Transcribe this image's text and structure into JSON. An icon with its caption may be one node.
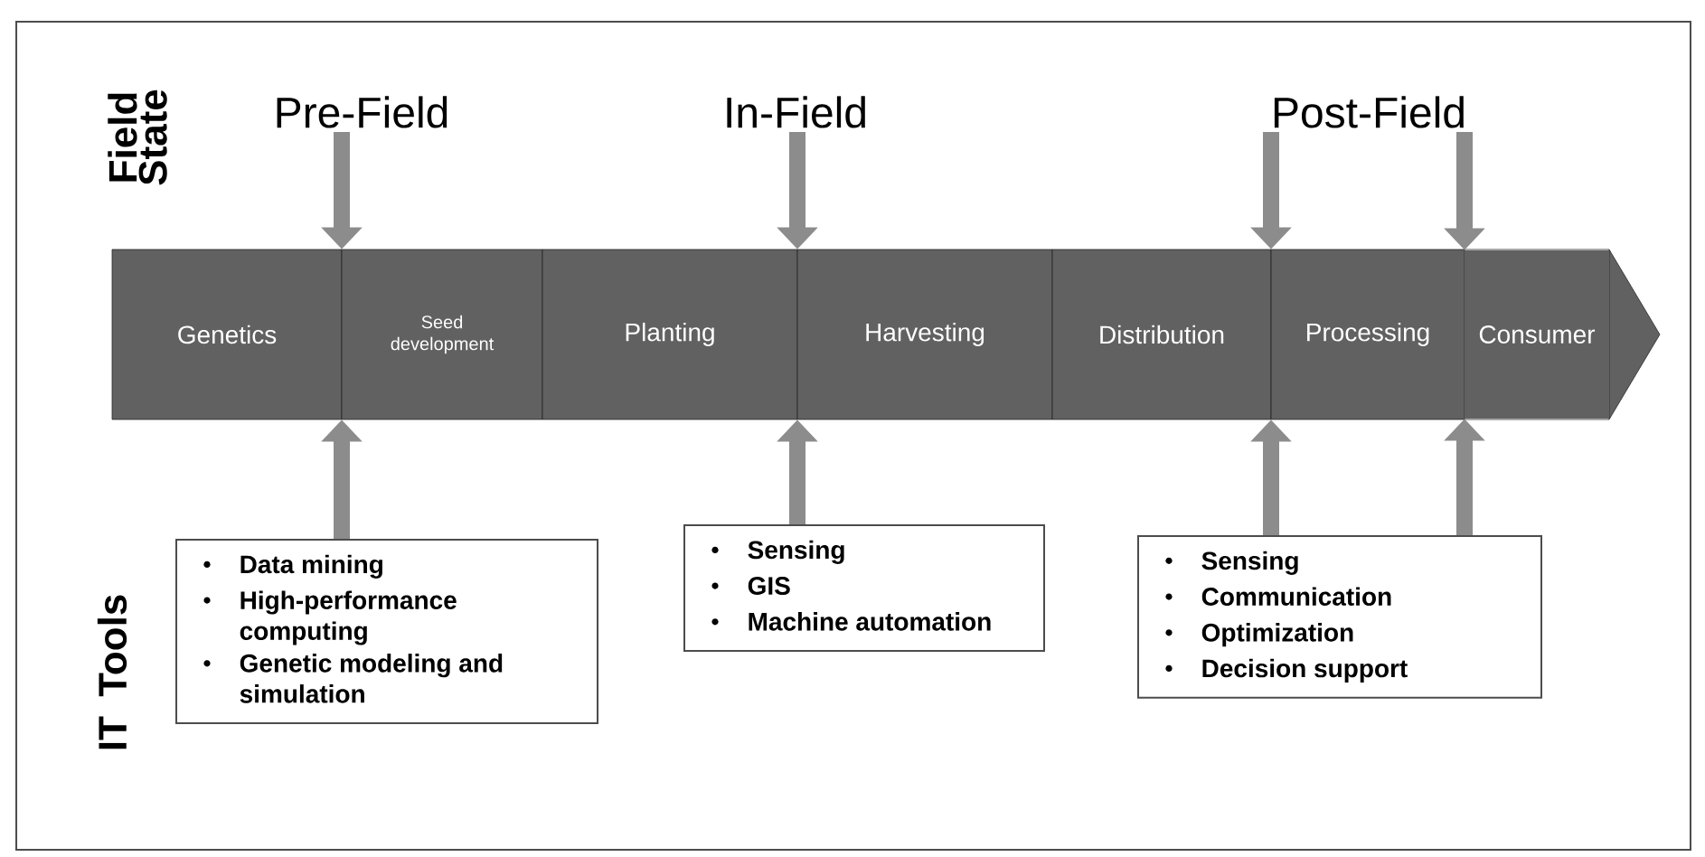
{
  "diagram": {
    "nodes": [
      {
        "text": [
          "Genetics"
        ]
      },
      {
        "text": [
          "Seed development"
        ]
      },
      {
        "text": [
          "Planting"
        ]
      },
      {
        "text": [
          "Harvesting"
        ]
      },
      {
        "text": [
          "Distribution"
        ]
      },
      {
        "text": [
          "Processing"
        ]
      },
      {
        "text": [
          "Consumer"
        ]
      },
      {
        "text": [
          "Pre-Field"
        ]
      },
      {
        "text": [
          "In-Field"
        ]
      },
      {
        "text": [
          "Post-Field"
        ]
      },
      {
        "text": [
          "Data mining",
          "High-performance computing",
          "Genetic modeling and simulation"
        ]
      },
      {
        "text": [
          "Sensing",
          "GIS",
          "Machine automation"
        ]
      },
      {
        "text": [
          "Sensing",
          "Communication",
          "Optimization",
          "Decision support"
        ]
      }
    ],
    "edges": [
      {
        "from": 7,
        "to": 1,
        "arrow": "to"
      },
      {
        "from": 8,
        "to": 2,
        "arrow": "to"
      },
      {
        "from": 9,
        "to": 5,
        "arrow": "to"
      },
      {
        "from": 9,
        "to": 6,
        "arrow": "to"
      },
      {
        "from": 10,
        "to": 1,
        "arrow": "to"
      },
      {
        "from": 11,
        "to": 2,
        "arrow": "to"
      },
      {
        "from": 12,
        "to": 5,
        "arrow": "to"
      },
      {
        "from": 12,
        "to": 6,
        "arrow": "to"
      }
    ],
    "labels": [
      "Field State",
      "IT Tools"
    ]
  }
}
